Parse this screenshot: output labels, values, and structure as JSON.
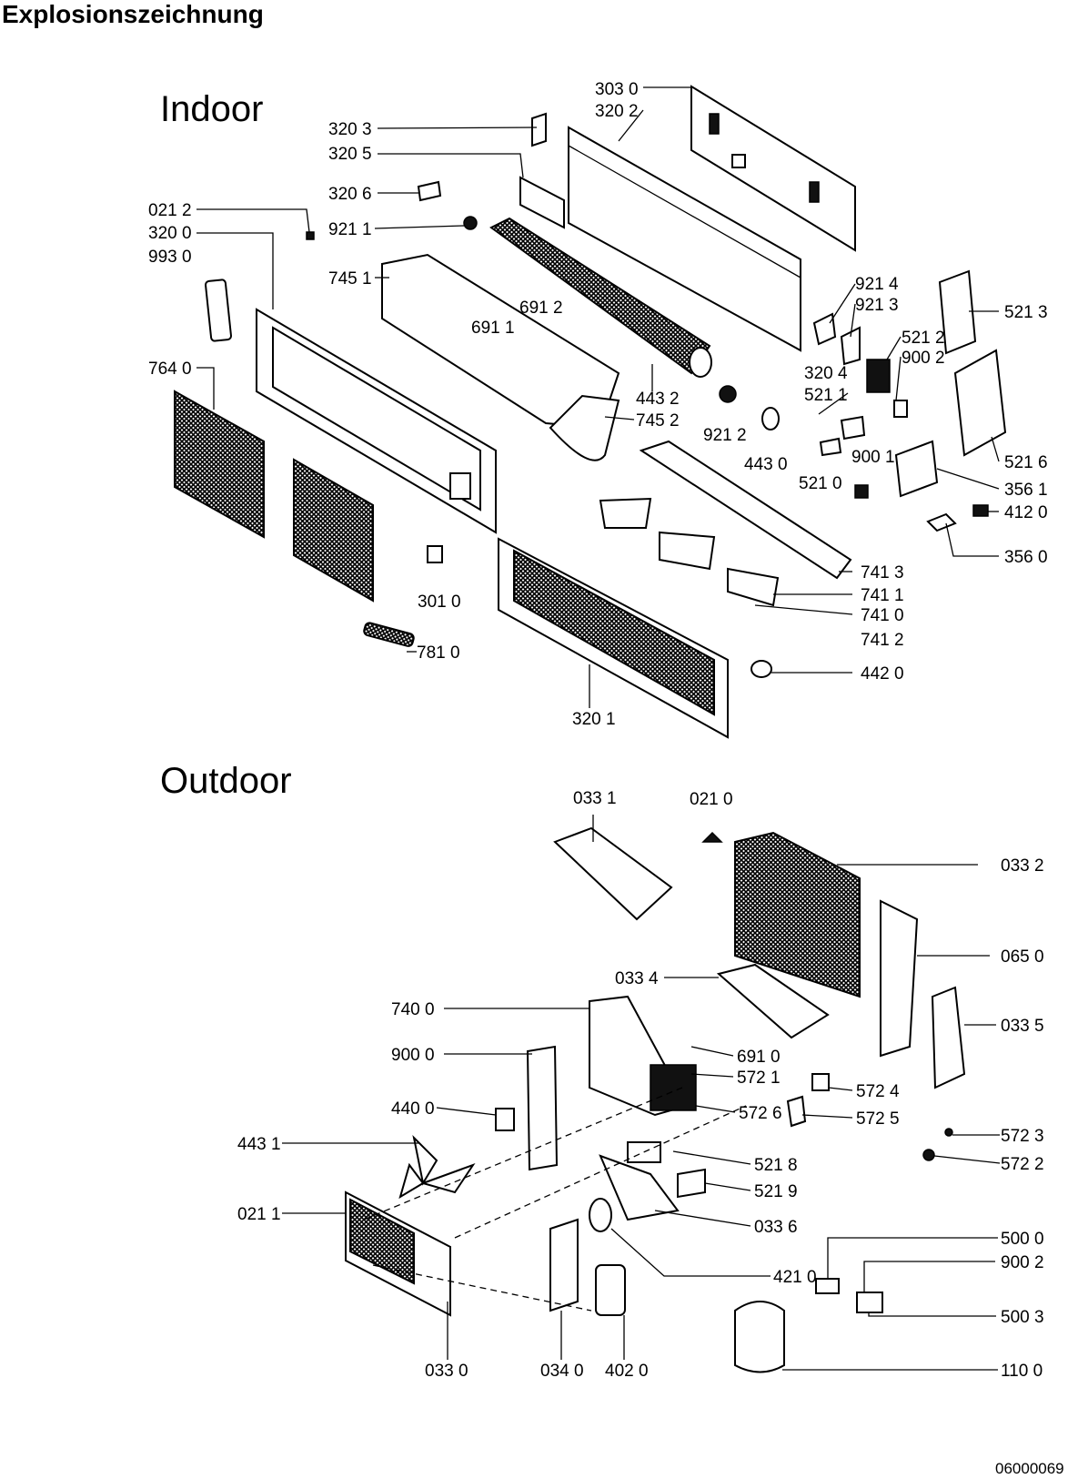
{
  "title": "Explosionszeichnung",
  "sections": {
    "indoor": "Indoor",
    "outdoor": "Outdoor"
  },
  "footer_code": "06000069",
  "labels": {
    "303_0": "303 0",
    "320_2": "320 2",
    "320_3": "320 3",
    "320_5": "320 5",
    "320_6": "320 6",
    "021_2": "021 2",
    "921_1": "921 1",
    "320_0": "320 0",
    "993_0": "993 0",
    "745_1": "745 1",
    "691_2": "691 2",
    "691_1": "691 1",
    "921_4": "921 4",
    "921_3": "921 3",
    "521_3": "521 3",
    "521_2": "521 2",
    "900_2a": "900 2",
    "320_4": "320 4",
    "521_1": "521 1",
    "764_0": "764 0",
    "443_2": "443 2",
    "745_2": "745 2",
    "921_2": "921 2",
    "443_0": "443 0",
    "900_1": "900 1",
    "521_0": "521 0",
    "521_6": "521 6",
    "356_1": "356 1",
    "412_0": "412 0",
    "356_0": "356 0",
    "741_3": "741 3",
    "741_1": "741 1",
    "741_0": "741 0",
    "741_2": "741 2",
    "301_0": "301 0",
    "781_0": "781 0",
    "442_0": "442 0",
    "320_1": "320 1",
    "033_1": "033 1",
    "021_0": "021 0",
    "033_2": "033 2",
    "065_0": "065 0",
    "033_4": "033 4",
    "740_0": "740 0",
    "033_5": "033 5",
    "691_0": "691 0",
    "900_0": "900 0",
    "572_1": "572 1",
    "572_4": "572 4",
    "440_0": "440 0",
    "572_6": "572 6",
    "572_5": "572 5",
    "443_1": "443 1",
    "572_3": "572 3",
    "521_8": "521 8",
    "572_2": "572 2",
    "521_9": "521 9",
    "021_1": "021 1",
    "033_6": "033 6",
    "500_0": "500 0",
    "900_2b": "900 2",
    "421_0": "421 0",
    "500_3": "500 3",
    "110_0": "110 0",
    "033_0": "033 0",
    "034_0": "034 0",
    "402_0": "402 0"
  }
}
